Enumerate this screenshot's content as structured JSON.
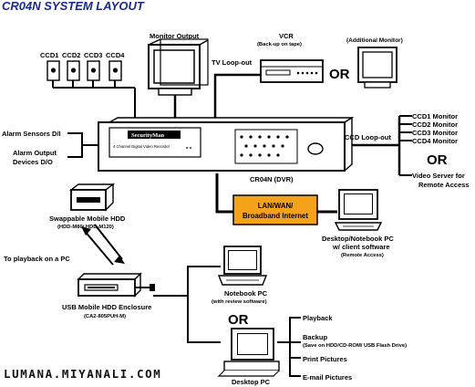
{
  "title": "CR04N SYSTEM LAYOUT",
  "monitor_output": "Monitor Output",
  "ccds": [
    "CCD1",
    "CCD2",
    "CCD3",
    "CCD4"
  ],
  "tv_loop_out": "TV Loop-out",
  "vcr": {
    "label": "VCR",
    "sub": "(Back-up on tape)"
  },
  "or": "OR",
  "additional_monitor": "(Additional Monitor)",
  "alarm_sensors": "Alarm Sensors D/I",
  "alarm_output_1": "Alarm Output",
  "alarm_output_2": "Devices D/O",
  "dvr": {
    "brand": "SecurityMan",
    "subtitle": "4 Channel Digital Video Recorder",
    "model": "CR04N (DVR)"
  },
  "ccd_loop_out": "CCD Loop-out",
  "ccd_monitors": [
    "CCD1 Monitor",
    "CCD2 Monitor",
    "CCD3 Monitor",
    "CCD4 Monitor"
  ],
  "video_server_1": "Video Server for",
  "video_server_2": "Remote Access",
  "lan": {
    "line1": "LAN/WAN/",
    "line2": "Broadband Internet"
  },
  "desktop_notebook": {
    "line1": "Desktop/Notebook PC",
    "line2": "w/ client software",
    "line3": "(Remote Access)"
  },
  "hdd": {
    "line1": "Swappable Mobile HDD",
    "line2": "(HDD-M80/ HDD-M120)"
  },
  "playback_pc": "To playback on a PC",
  "usb": {
    "line1": "USB Mobile HDD Enclosure",
    "line2": "(CA2-805PUH-M)"
  },
  "notebook": {
    "line1": "Notebook PC",
    "line2": "(with review software)"
  },
  "desktop_pc": "Desktop PC",
  "functions": {
    "playback": "Playback",
    "backup": "Backup",
    "backup_sub": "(Save on HDD/CD-ROM/ USB Flash Drive)",
    "print": "Print Pictures",
    "email": "E-mail Pictures"
  },
  "watermark": "LUMANA.MIYANALI.COM",
  "colors": {
    "title": "#1a2b8c",
    "lan_box": "#f4a21a",
    "line": "#000000"
  }
}
